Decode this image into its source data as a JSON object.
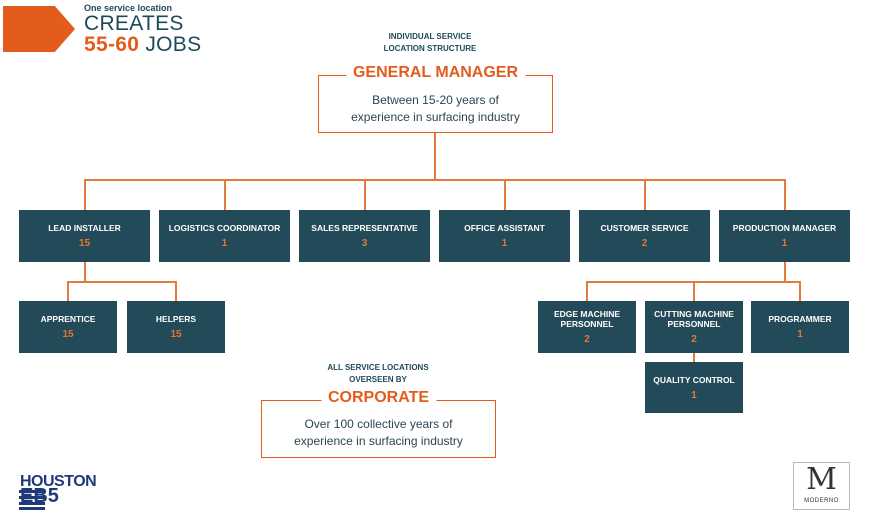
{
  "header": {
    "small": "One service location",
    "line1": "CREATES",
    "jobs_number": "55-60",
    "jobs_word": "JOBS"
  },
  "structure_caption": {
    "line1": "INDIVIDUAL SERVICE",
    "line2": "LOCATION STRUCTURE"
  },
  "general_manager": {
    "title": "GENERAL MANAGER",
    "line1": "Between 15-20 years of",
    "line2": "experience in surfacing industry"
  },
  "roles": [
    {
      "title": "LEAD INSTALLER",
      "count": "15"
    },
    {
      "title": "LOGISTICS COORDINATOR",
      "count": "1"
    },
    {
      "title": "SALES REPRESENTATIVE",
      "count": "3"
    },
    {
      "title": "OFFICE ASSISTANT",
      "count": "1"
    },
    {
      "title": "CUSTOMER SERVICE",
      "count": "2"
    },
    {
      "title": "PRODUCTION MANAGER",
      "count": "1"
    }
  ],
  "installer_team": [
    {
      "title": "APPRENTICE",
      "count": "15"
    },
    {
      "title": "HELPERS",
      "count": "15"
    }
  ],
  "production_team": [
    {
      "line1": "EDGE MACHINE",
      "line2": "PERSONNEL",
      "count": "2"
    },
    {
      "line1": "CUTTING MACHINE",
      "line2": "PERSONNEL",
      "count": "2"
    },
    {
      "line1": "PROGRAMMER",
      "line2": "",
      "count": "1"
    }
  ],
  "quality_control": {
    "title": "QUALITY CONTROL",
    "count": "1"
  },
  "corporate_caption": {
    "line1": "ALL SERVICE LOCATIONS",
    "line2": "OVERSEEN BY"
  },
  "corporate": {
    "title": "CORPORATE",
    "line1": "Over 100 collective years of",
    "line2": "experience in surfacing industry"
  },
  "logos": {
    "houston_line1": "HOUSTON",
    "houston_line2": "EB5",
    "moderno_mark": "M",
    "moderno_text": "MODERNO"
  },
  "colors": {
    "accent": "#e45c1c",
    "node": "#234a58",
    "text": "#1e4a5a"
  }
}
